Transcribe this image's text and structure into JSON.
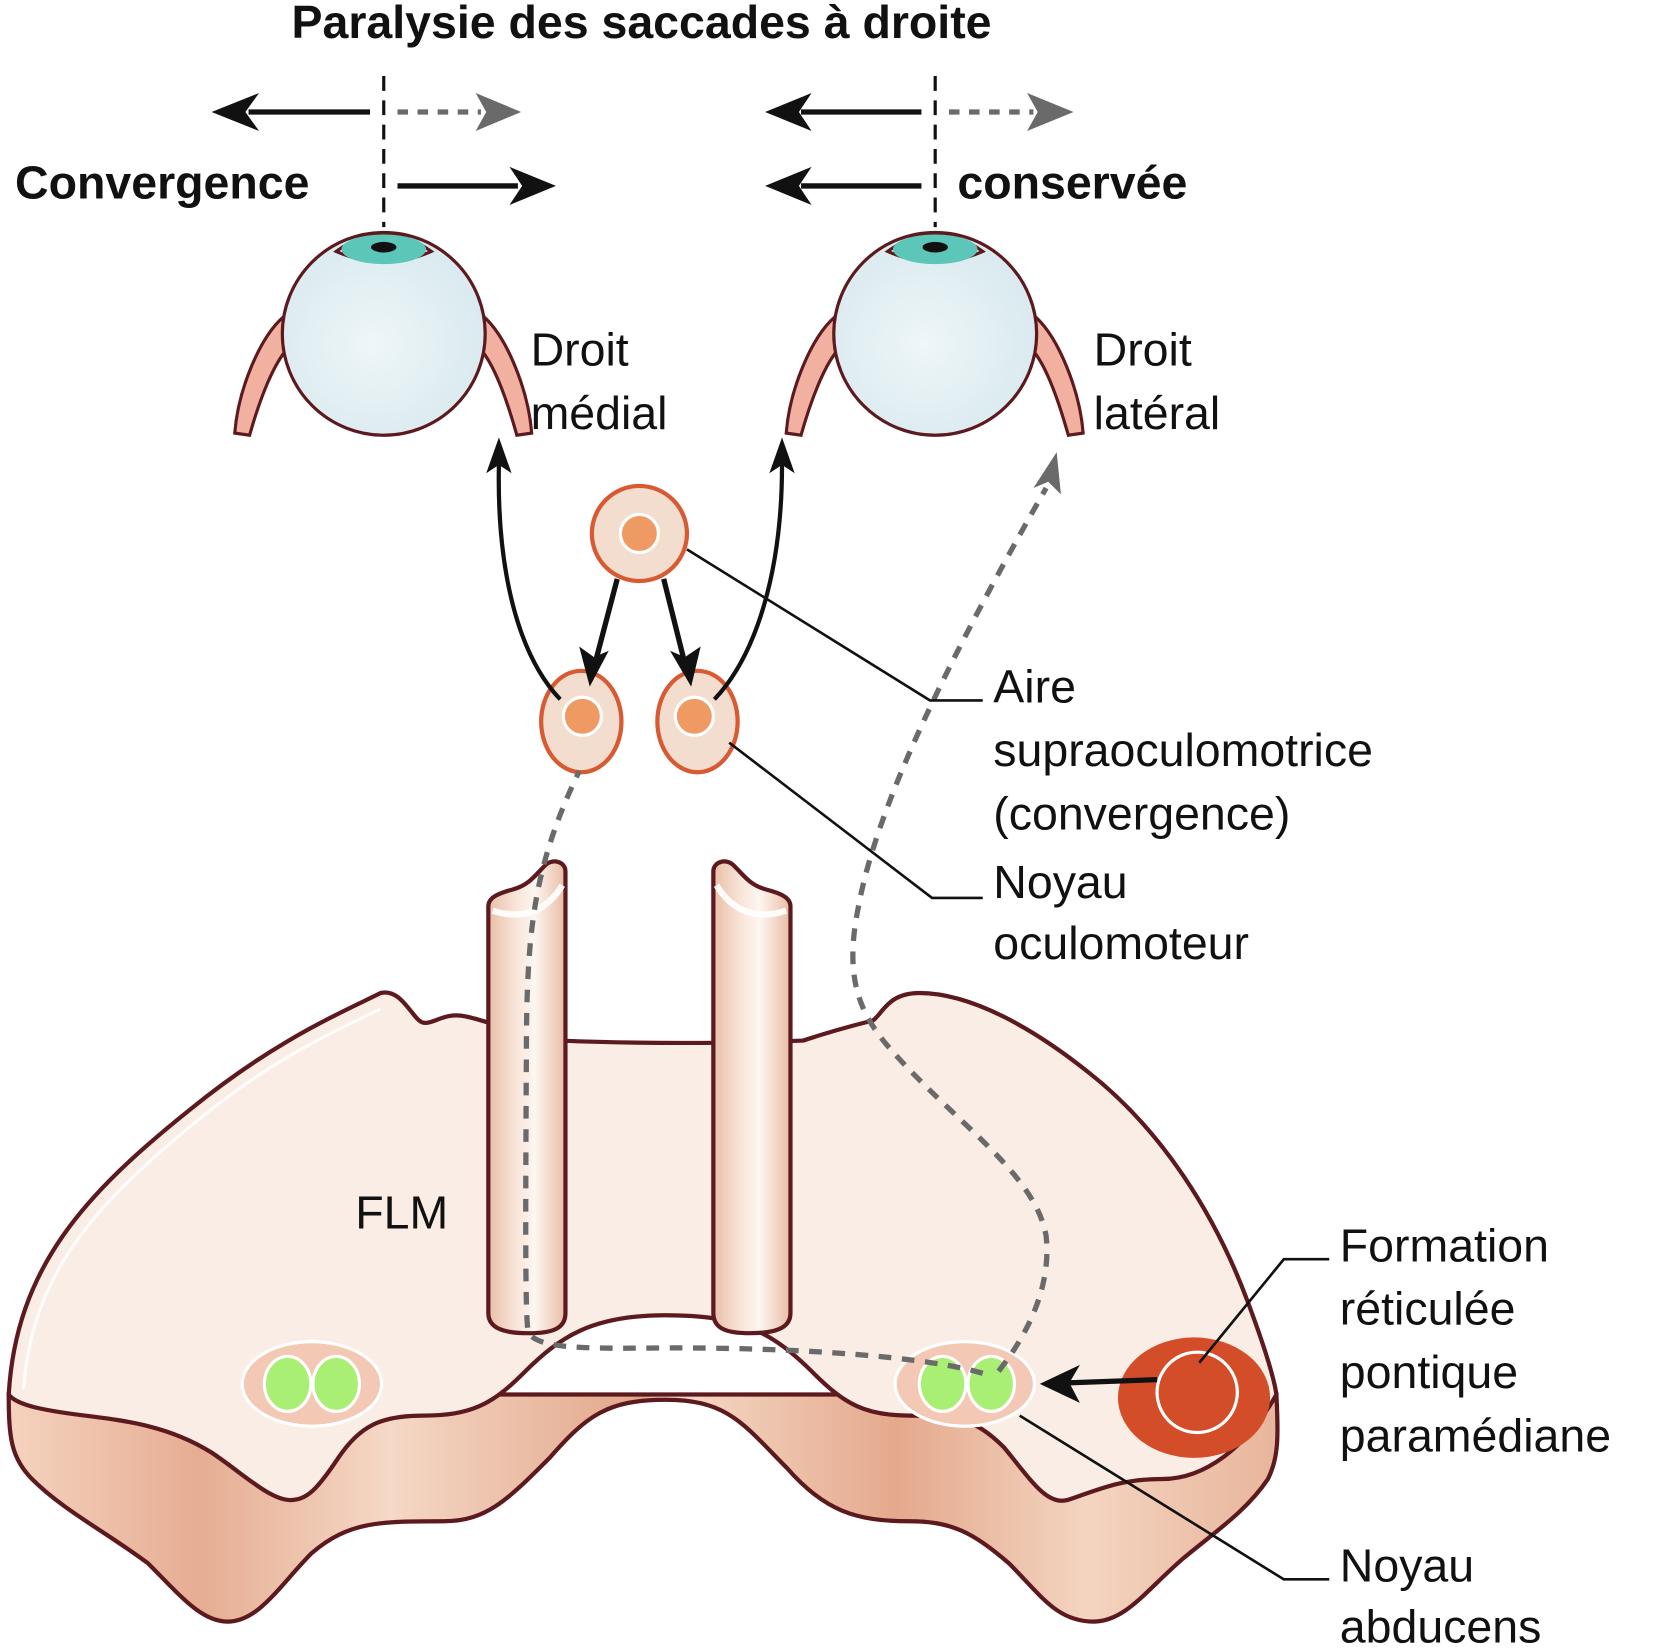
{
  "title": "Paralysie des saccades à droite",
  "top_labels": {
    "left": "Convergence",
    "right": "conservée"
  },
  "muscles": {
    "medial": [
      "Droit",
      "médial"
    ],
    "lateral": [
      "Droit",
      "latéral"
    ]
  },
  "structures": {
    "supraoculomotor": [
      "Aire",
      "supraoculomotrice",
      "(convergence)"
    ],
    "oculomotor_nucleus": [
      "Noyau",
      "oculomoteur"
    ],
    "flm": "FLM",
    "pprf": [
      "Formation",
      "réticulée",
      "pontique",
      "paramédiane"
    ],
    "abducens_nucleus": [
      "Noyau",
      "abducens"
    ]
  },
  "arrows": {
    "left_eye_conjugate": {
      "solid": "left",
      "dashed": "right"
    },
    "left_eye_convergence": "right",
    "right_eye_conjugate": {
      "solid": "left",
      "dashed": "right"
    },
    "right_eye_convergence": "left"
  },
  "colors": {
    "outline": "#5c1a1e",
    "pons_fill": "#f9ede6",
    "pons_side": "#e8b49a",
    "nucleus_ring": "#d75a32",
    "nucleus_fill": "#f3ddcf",
    "nucleus_core": "#ef9a63",
    "pprf": "#d34d28",
    "abducens_cell": "#a8ef74",
    "dashed_path": "#6a6a6a",
    "eye_fill": "#e4f0f4",
    "iris": "#3cb8a8",
    "muscle": "#f1b0a0"
  }
}
